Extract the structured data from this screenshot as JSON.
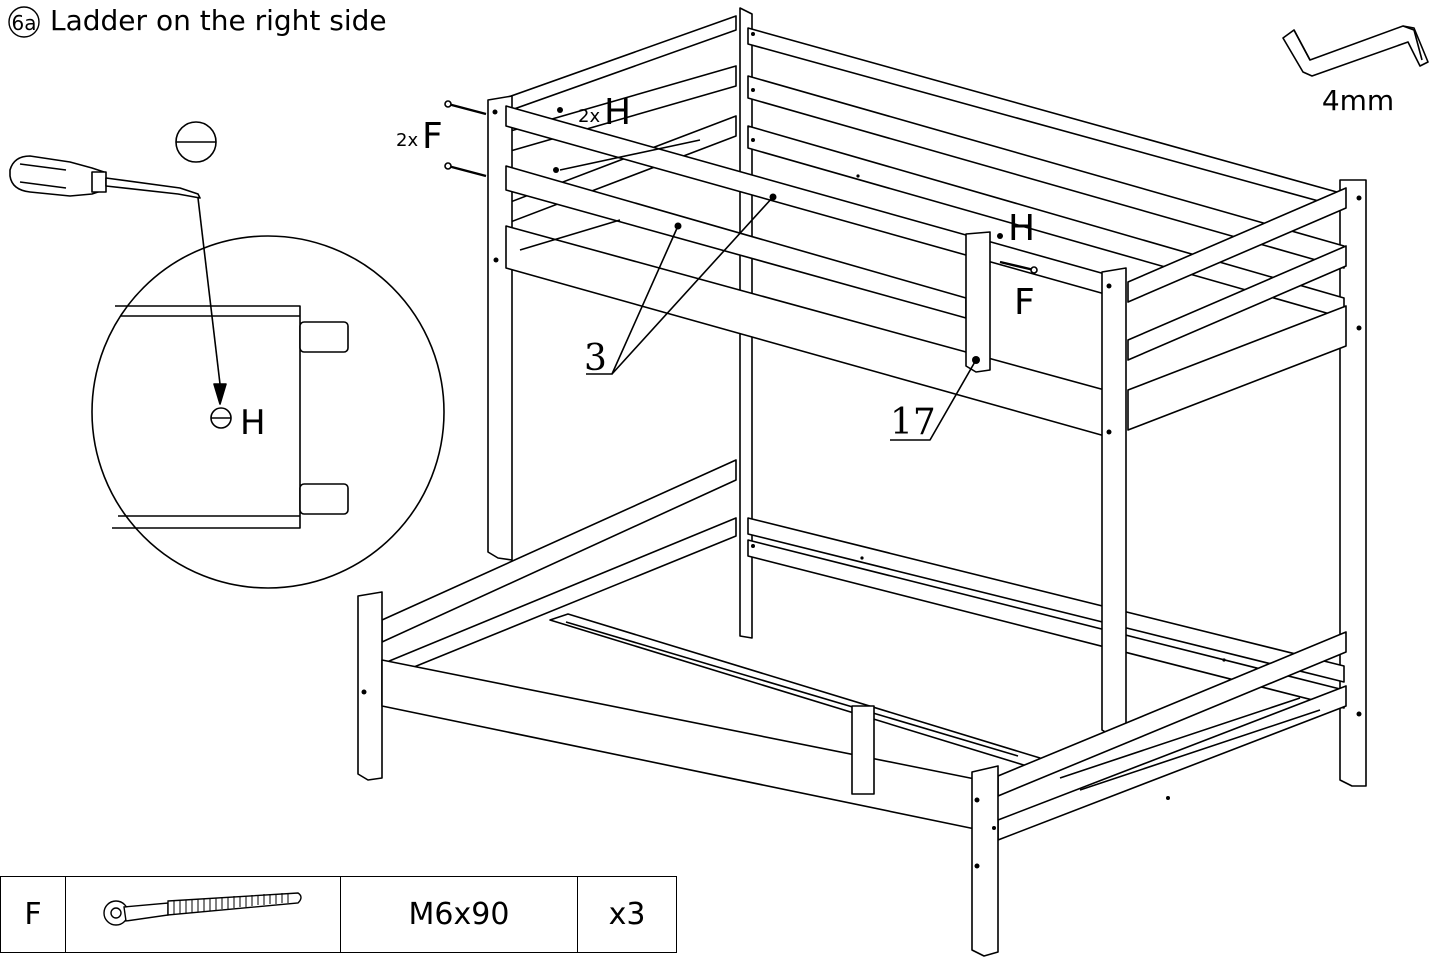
{
  "title": {
    "step": "6a",
    "text": "Ladder on the right side"
  },
  "tool": {
    "icon": "hex-key-icon",
    "size": "4mm"
  },
  "detail": {
    "screw_label": "H",
    "screwdriver_icon": "flat-screwdriver-icon",
    "slot_icon": "slotted-head-icon"
  },
  "callouts": {
    "left_bolts": "2xF",
    "left_bolts_qty": "2x",
    "left_bolts_code": "F",
    "left_screws_qty": "2x",
    "left_screws_code": "H",
    "right_screw": "H",
    "right_bolt": "F",
    "part_rails": "3",
    "part_ladder_post": "17"
  },
  "parts_table": [
    {
      "code": "F",
      "icon": "allen-bolt-icon",
      "size": "M6x90",
      "qty": "x3"
    }
  ]
}
